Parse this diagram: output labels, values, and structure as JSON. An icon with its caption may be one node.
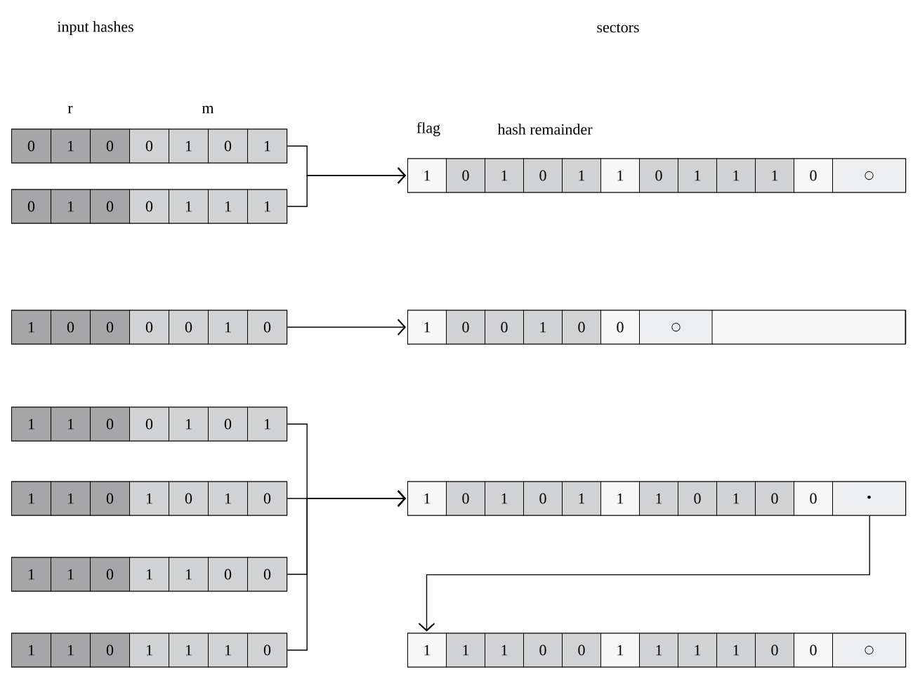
{
  "diagram": {
    "nodes": [
      {
        "text": [
          "0",
          "1",
          "0",
          "0",
          "1",
          "0",
          "1"
        ]
      },
      {
        "text": [
          "0",
          "1",
          "0",
          "0",
          "1",
          "1",
          "1"
        ]
      },
      {
        "text": [
          "1",
          "0",
          "0",
          "0",
          "0",
          "1",
          "0"
        ]
      },
      {
        "text": [
          "1",
          "1",
          "0",
          "0",
          "1",
          "0",
          "1"
        ]
      },
      {
        "text": [
          "1",
          "1",
          "0",
          "1",
          "0",
          "1",
          "0"
        ]
      },
      {
        "text": [
          "1",
          "1",
          "0",
          "1",
          "1",
          "0",
          "0"
        ]
      },
      {
        "text": [
          "1",
          "1",
          "0",
          "1",
          "1",
          "1",
          "0"
        ]
      },
      {
        "text": [
          "1",
          "0",
          "1",
          "0",
          "1",
          "1",
          "0",
          "1",
          "1",
          "1",
          "0",
          "○"
        ]
      },
      {
        "text": [
          "1",
          "0",
          "0",
          "1",
          "0",
          "0",
          "○"
        ]
      },
      {
        "text": [
          "1",
          "0",
          "1",
          "0",
          "1",
          "1",
          "1",
          "0",
          "1",
          "0",
          "0",
          "•"
        ]
      },
      {
        "text": [
          "1",
          "1",
          "1",
          "0",
          "0",
          "1",
          "1",
          "1",
          "1",
          "0",
          "0",
          "○"
        ]
      }
    ],
    "edges": [
      {
        "from": 0,
        "to": 7,
        "arrow": "to"
      },
      {
        "from": 1,
        "to": 7,
        "arrow": "to"
      },
      {
        "from": 2,
        "to": 8,
        "arrow": "to"
      },
      {
        "from": 3,
        "to": 9,
        "arrow": "to"
      },
      {
        "from": 4,
        "to": 9,
        "arrow": "to"
      },
      {
        "from": 5,
        "to": 9,
        "arrow": "to"
      },
      {
        "from": 6,
        "to": 9,
        "arrow": "to"
      },
      {
        "from": 9,
        "to": 10,
        "arrow": "to"
      }
    ],
    "labels": [
      "input hashes",
      "sectors",
      "r",
      "m",
      "flag",
      "hash remainder"
    ]
  }
}
